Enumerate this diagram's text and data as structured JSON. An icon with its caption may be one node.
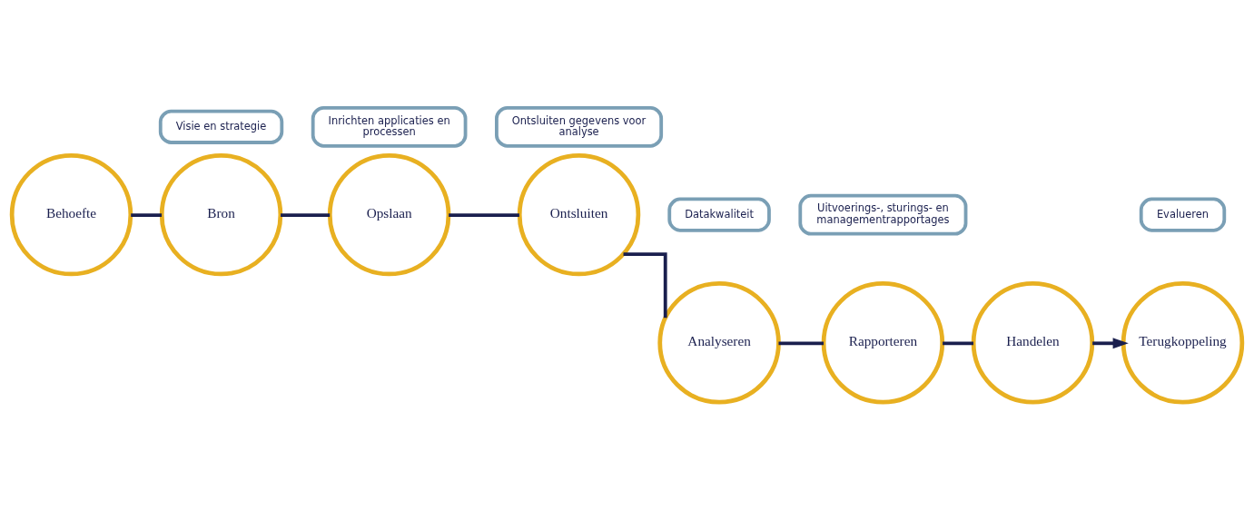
{
  "diagram": {
    "nodes": [
      {
        "text": [
          "Behoefte"
        ]
      },
      {
        "text": [
          "Visie en strategie"
        ]
      },
      {
        "text": [
          "Bron"
        ]
      },
      {
        "text": [
          "Inrichten applicaties en processen"
        ]
      },
      {
        "text": [
          "Opslaan"
        ]
      },
      {
        "text": [
          "Ontsluiten gegevens voor analyse"
        ]
      },
      {
        "text": [
          "Ontsluiten"
        ]
      },
      {
        "text": [
          "Datakwaliteit"
        ]
      },
      {
        "text": [
          "Analyseren"
        ]
      },
      {
        "text": [
          "Uitvoerings-, sturings- en managementrapportages"
        ]
      },
      {
        "text": [
          "Rapporteren"
        ]
      },
      {
        "text": [
          "Handelen"
        ]
      },
      {
        "text": [
          "Evalueren"
        ]
      },
      {
        "text": [
          "Terugkoppeling"
        ]
      }
    ],
    "edges": [
      {
        "from": 0,
        "to": 2,
        "arrow": "none"
      },
      {
        "from": 2,
        "to": 4,
        "arrow": "none"
      },
      {
        "from": 4,
        "to": 6,
        "arrow": "none"
      },
      {
        "from": 6,
        "to": 8,
        "arrow": "none"
      },
      {
        "from": 8,
        "to": 10,
        "arrow": "none"
      },
      {
        "from": 10,
        "to": 11,
        "arrow": "none"
      },
      {
        "from": 11,
        "to": 13,
        "arrow": "to"
      }
    ]
  }
}
